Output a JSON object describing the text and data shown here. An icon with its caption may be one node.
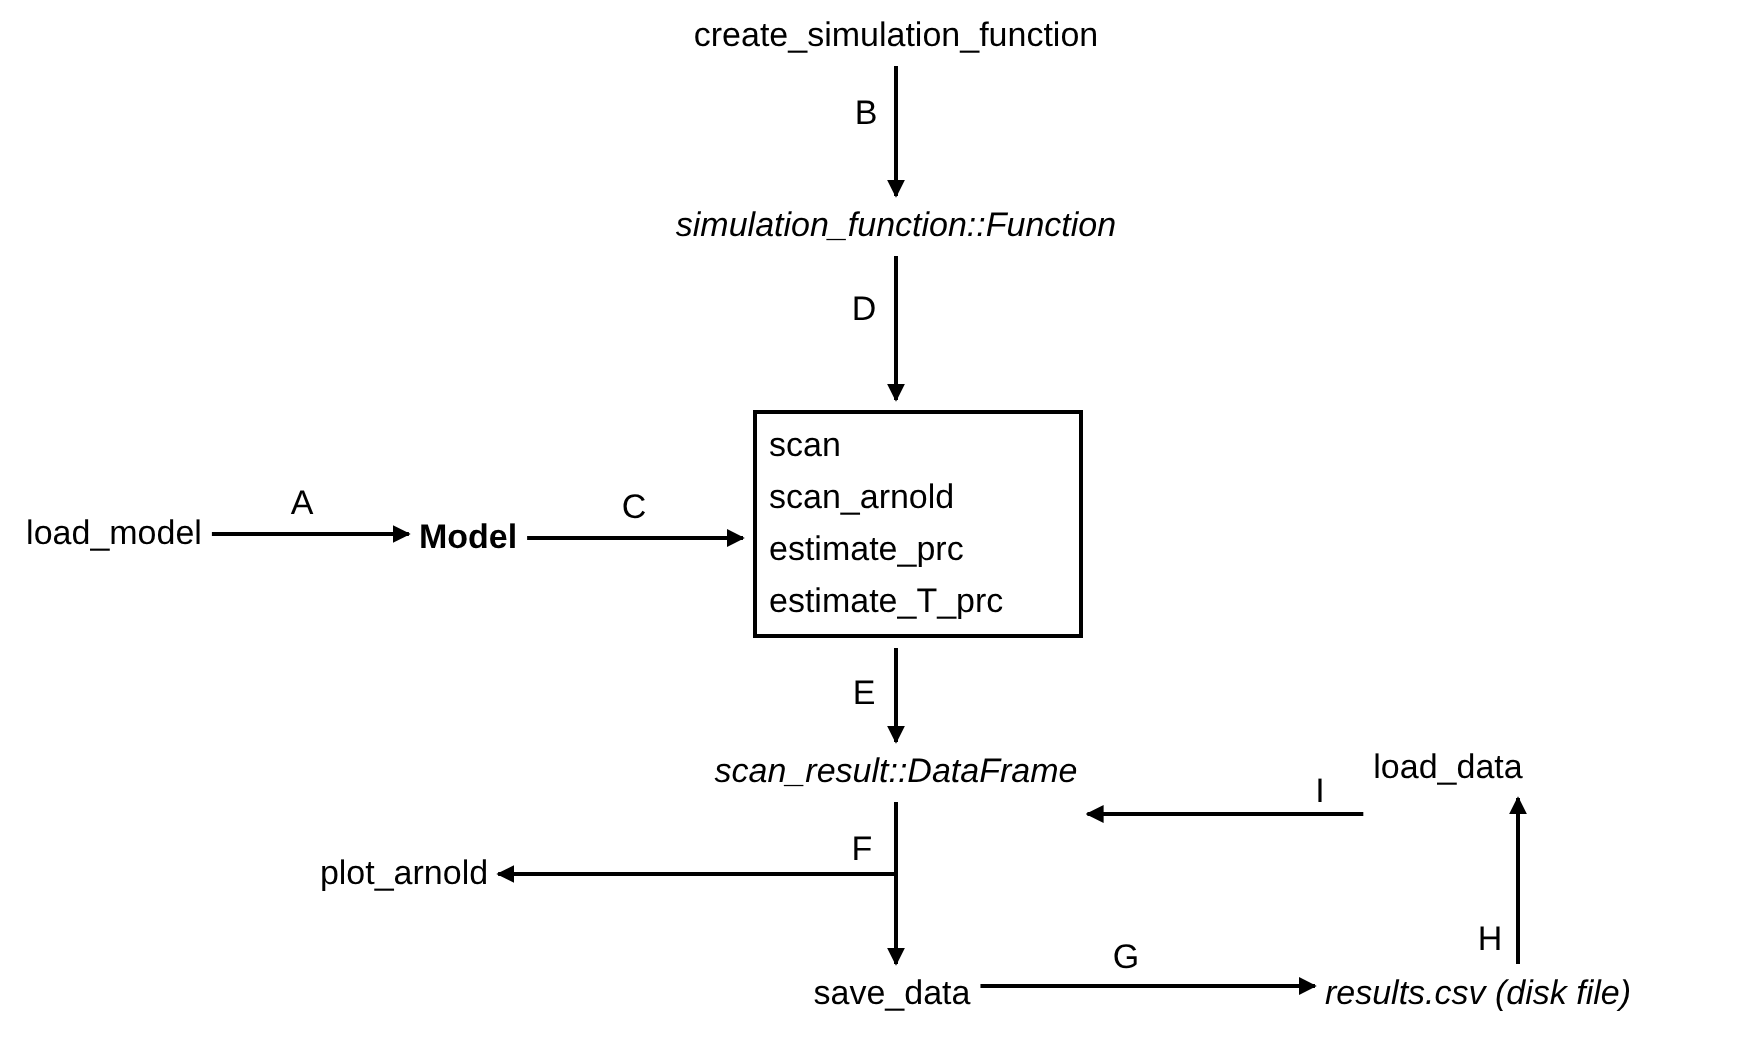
{
  "diagram": {
    "nodes": [
      {
        "text": [
          "create_simulation_function"
        ]
      },
      {
        "text": [
          "simulation_function::Function"
        ]
      },
      {
        "text": [
          "load_model"
        ]
      },
      {
        "text": [
          "Model"
        ]
      },
      {
        "text": [
          "scan",
          "scan_arnold",
          "estimate_prc",
          "estimate_T_prc"
        ]
      },
      {
        "text": [
          "scan_result::DataFrame"
        ]
      },
      {
        "text": [
          "load_data"
        ]
      },
      {
        "text": [
          "plot_arnold"
        ]
      },
      {
        "text": [
          "save_data"
        ]
      },
      {
        "text": [
          "results.csv (disk file)"
        ]
      }
    ],
    "edges": [
      {
        "from": 2,
        "to": 3,
        "arrow": "to",
        "label": "A"
      },
      {
        "from": 0,
        "to": 1,
        "arrow": "to",
        "label": "B"
      },
      {
        "from": 3,
        "to": 4,
        "arrow": "to",
        "label": "C"
      },
      {
        "from": 1,
        "to": 4,
        "arrow": "to",
        "label": "D"
      },
      {
        "from": 4,
        "to": 5,
        "arrow": "to",
        "label": "E"
      },
      {
        "from": 5,
        "to": 8,
        "arrow": "to",
        "label": "F"
      },
      {
        "from": 5,
        "to": 7,
        "arrow": "to"
      },
      {
        "from": 8,
        "to": 9,
        "arrow": "to",
        "label": "G"
      },
      {
        "from": 6,
        "to": 5,
        "arrow": "to",
        "label": "I"
      },
      {
        "from": 9,
        "to": 6,
        "arrow": "to",
        "label": "H"
      }
    ]
  }
}
